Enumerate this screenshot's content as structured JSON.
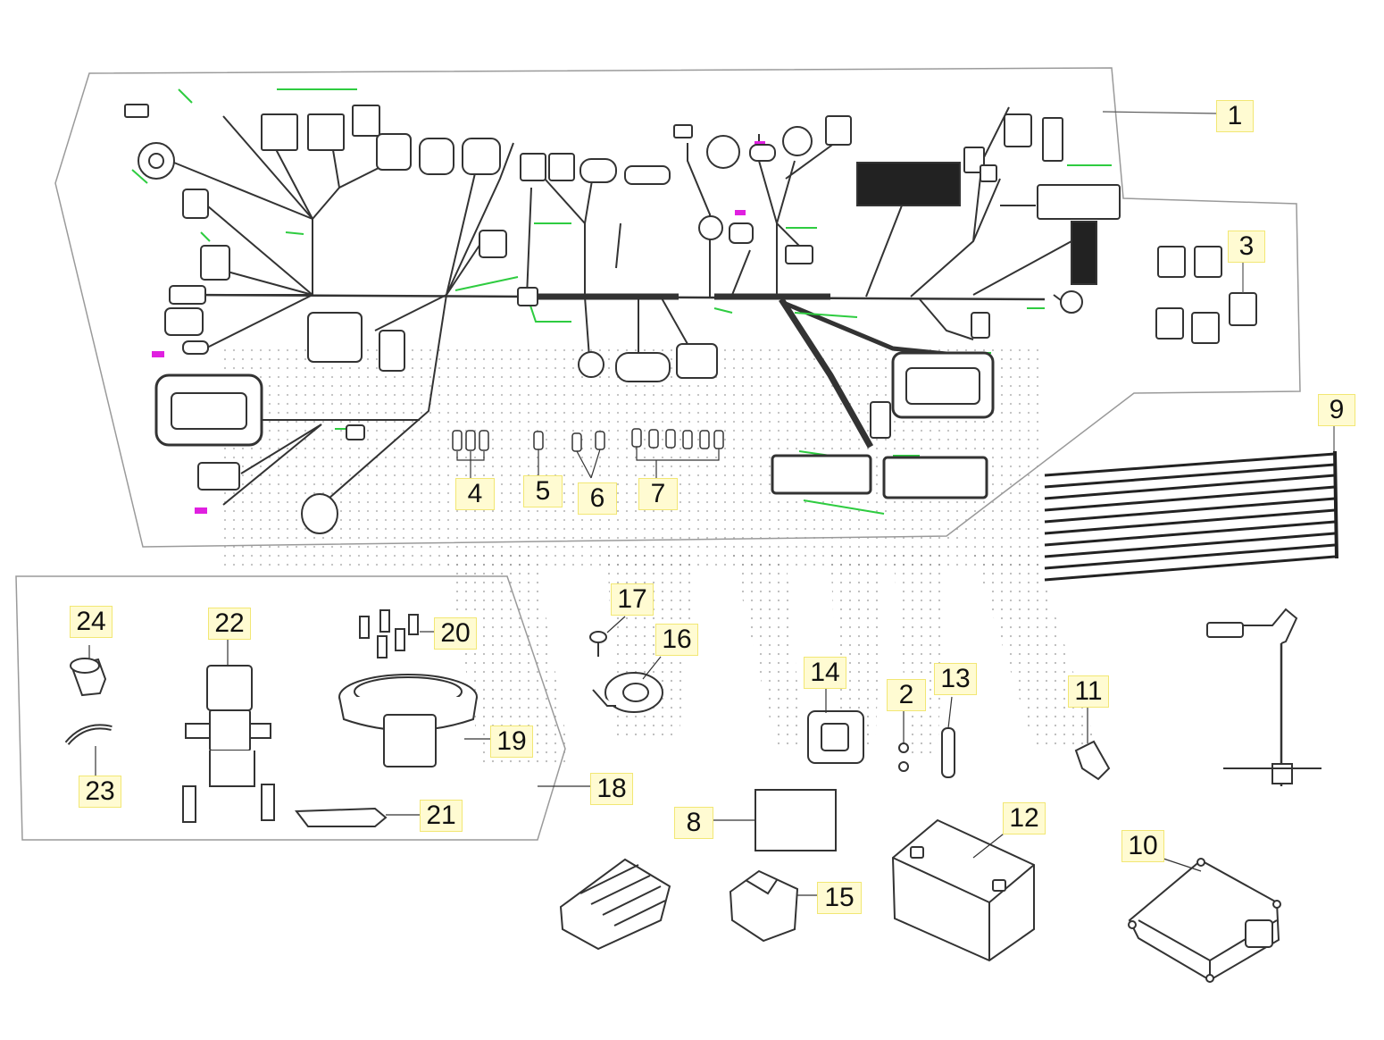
{
  "callouts": [
    {
      "id": "1",
      "label": "1"
    },
    {
      "id": "2",
      "label": "2"
    },
    {
      "id": "3",
      "label": "3"
    },
    {
      "id": "4",
      "label": "4"
    },
    {
      "id": "5",
      "label": "5"
    },
    {
      "id": "6",
      "label": "6"
    },
    {
      "id": "7",
      "label": "7"
    },
    {
      "id": "8",
      "label": "8"
    },
    {
      "id": "9",
      "label": "9"
    },
    {
      "id": "10",
      "label": "10"
    },
    {
      "id": "11",
      "label": "11"
    },
    {
      "id": "12",
      "label": "12"
    },
    {
      "id": "13",
      "label": "13"
    },
    {
      "id": "14",
      "label": "14"
    },
    {
      "id": "15",
      "label": "15"
    },
    {
      "id": "16",
      "label": "16"
    },
    {
      "id": "17",
      "label": "17"
    },
    {
      "id": "18",
      "label": "18"
    },
    {
      "id": "19",
      "label": "19"
    },
    {
      "id": "20",
      "label": "20"
    },
    {
      "id": "21",
      "label": "21"
    },
    {
      "id": "22",
      "label": "22"
    },
    {
      "id": "23",
      "label": "23"
    },
    {
      "id": "24",
      "label": "24"
    }
  ],
  "colors": {
    "line": "#333333",
    "outline": "#9a9a9a",
    "callout_fill": "#fffbd2",
    "callout_border": "#f2e774",
    "green_wire": "#2ecc40",
    "magenta_tag": "#e020e0",
    "dots": "#8a8a8a"
  },
  "icons": [
    "wiring-harness-icon",
    "relay-icon",
    "fuse-icon",
    "wire-bundle-icon",
    "ecu-icon",
    "battery-icon",
    "regulator-icon",
    "sensor-icon",
    "horn-icon",
    "fuel-pump-icon",
    "ignition-coil-icon"
  ]
}
